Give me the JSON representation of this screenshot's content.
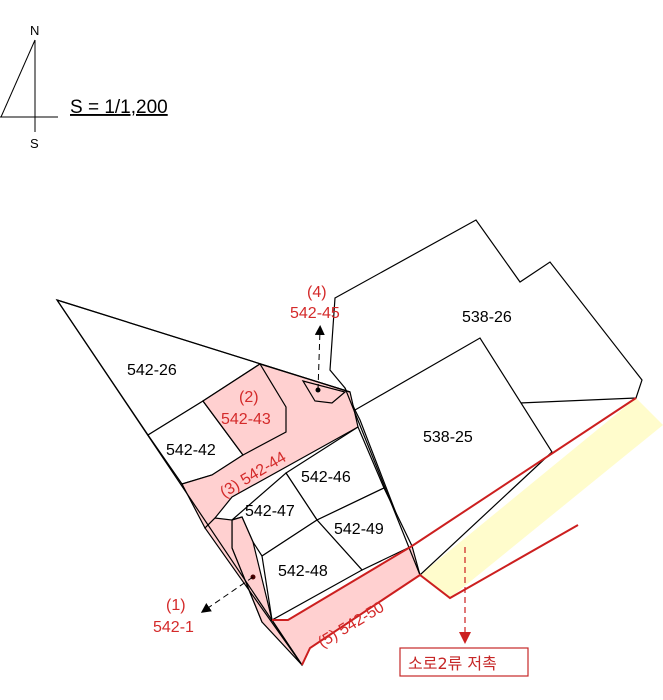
{
  "compass": {
    "north": "N",
    "south": "S"
  },
  "scale": {
    "label": "S = 1/1,200"
  },
  "colors": {
    "highlight_fill": "#ffd0d0",
    "road_fill": "#fffccc",
    "boundary_red": "#cc1f1f",
    "label_red": "#d42a2a",
    "lot_line": "#000000"
  },
  "lots": {
    "l542_26": "542-26",
    "l542_42": "542-42",
    "l542_46": "542-46",
    "l542_47": "542-47",
    "l542_48": "542-48",
    "l542_49": "542-49",
    "l538_26": "538-26",
    "l538_25": "538-25"
  },
  "highlighted": {
    "h1_num": "(1)",
    "h1_lot": "542-1",
    "h2_num": "(2)",
    "h2_lot": "542-43",
    "h3_label": "(3) 542-44",
    "h4_num": "(4)",
    "h4_lot": "542-45",
    "h5_label": "(5) 542-50"
  },
  "road_note": {
    "label": "소로2류 저촉"
  }
}
